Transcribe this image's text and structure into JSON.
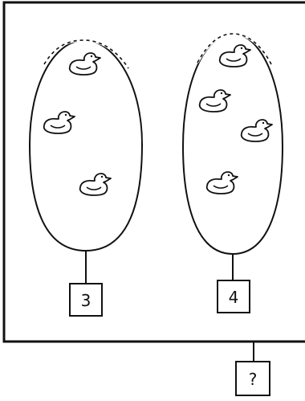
{
  "diagram": {
    "groups": [
      {
        "id": "left-set",
        "duck_count": 3,
        "label": "3"
      },
      {
        "id": "right-set",
        "duck_count": 4,
        "label": "4"
      }
    ],
    "result": {
      "label": "?"
    }
  },
  "style": {
    "ink": "#111111",
    "background": "#ffffff"
  }
}
